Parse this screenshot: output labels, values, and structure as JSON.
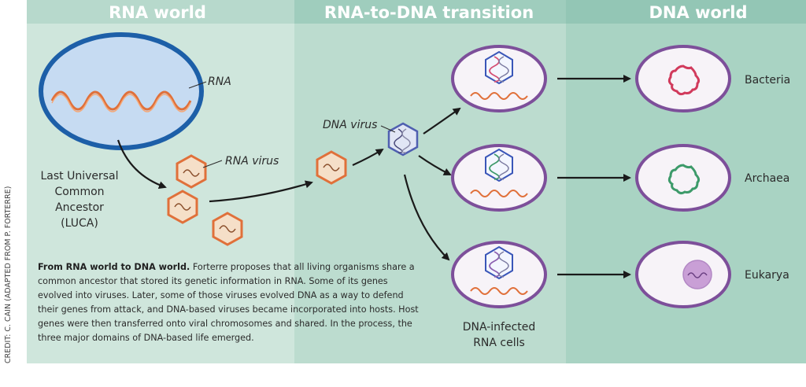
{
  "headers": {
    "rna_world": "RNA world",
    "transition": "RNA-to-DNA transition",
    "dna_world": "DNA world"
  },
  "labels": {
    "rna": "RNA",
    "rna_virus": "RNA virus",
    "dna_virus": "DNA virus",
    "luca_line1": "Last Universal",
    "luca_line2": "Common",
    "luca_line3": "Ancestor",
    "luca_line4": "(LUCA)",
    "infected_line1": "DNA-infected",
    "infected_line2": "RNA cells",
    "bacteria": "Bacteria",
    "archaea": "Archaea",
    "eukarya": "Eukarya"
  },
  "caption": {
    "title": "From RNA world to DNA world.",
    "body": " Forterre proposes that all living organisms share a common ancestor that stored its genetic information in RNA. Some of its genes evolved into viruses. Later, some of those viruses evolved DNA as a way to defend their genes from attack, and DNA-based viruses became incorporated into hosts. Host genes were then transferred onto viral chromosomes and shared. In the process, the three major domains of DNA-based life emerged."
  },
  "credit": "CREDIT: C. CAIN (ADAPTED FROM P. FORTERRE)",
  "colors": {
    "header_band": "#9fcdbd",
    "rna_world_bg": "#cfe6dc",
    "transition_bg": "#bcdccf",
    "dna_world_bg": "#a9d3c3",
    "luca_outline": "#1d5fa8",
    "luca_fill": "#c6dbf2",
    "cell_outline": "#7d4f9a",
    "rna_strand": "#e0703a",
    "bacteria_dna": "#d13a5c",
    "archaea_dna": "#3d9a6a",
    "eukarya_nucleus": "#c99fd6"
  }
}
